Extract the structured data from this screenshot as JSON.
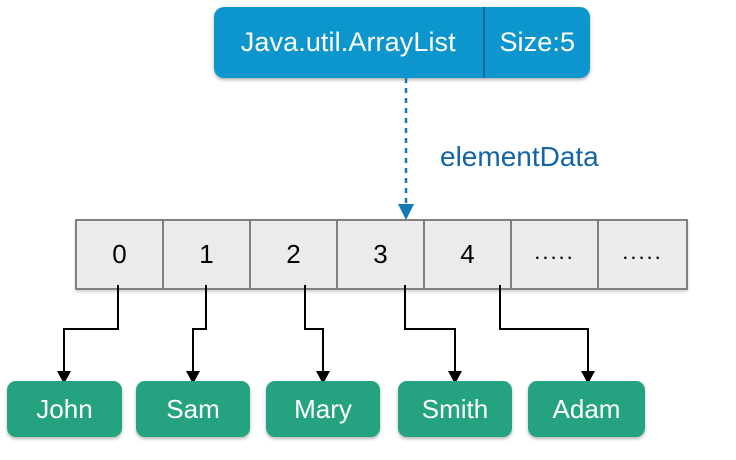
{
  "diagram": {
    "title_object": {
      "class_name": "Java.util.ArrayList",
      "size_label": "Size:5"
    },
    "pointer_label": "elementData",
    "array": {
      "cells": [
        {
          "label": "0"
        },
        {
          "label": "1"
        },
        {
          "label": "2"
        },
        {
          "label": "3"
        },
        {
          "label": "4"
        },
        {
          "label": "....."
        },
        {
          "label": "....."
        }
      ]
    },
    "values": [
      {
        "name": "John"
      },
      {
        "name": "Sam"
      },
      {
        "name": "Mary"
      },
      {
        "name": "Smith"
      },
      {
        "name": "Adam"
      }
    ],
    "colors": {
      "header_blue": "#0d96ce",
      "header_divider": "#12679a",
      "pointer_blue": "#1378b4",
      "label_blue": "#1565a5",
      "cell_fill": "#ebebeb",
      "cell_border": "#808080",
      "value_green": "#25a381",
      "connector_black": "#000000",
      "background": "#ffffff"
    }
  }
}
